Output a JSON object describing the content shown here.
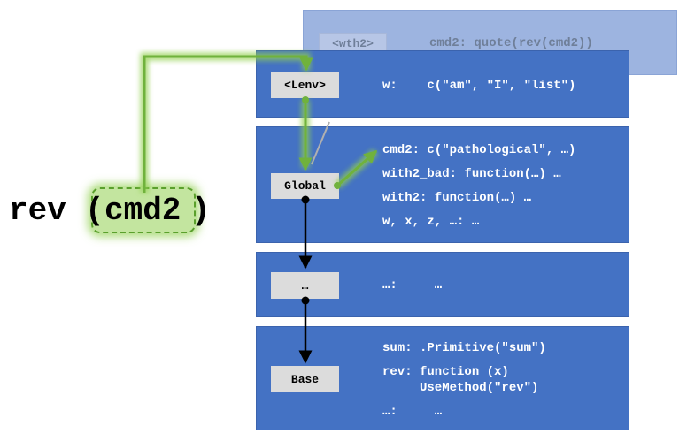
{
  "frames": {
    "wth2": {
      "tag": "<wth2>",
      "line": "cmd2: quote(rev(cmd2))"
    },
    "lenv": {
      "tag": "<Lenv>",
      "line": "w:    c(\"am\", \"I\", \"list\")"
    },
    "global": {
      "tag": "Global",
      "lines": [
        "cmd2: c(\"pathological\", …)",
        "with2_bad: function(…) …",
        "with2: function(…) …",
        "w, x, z, …: …"
      ]
    },
    "dots": {
      "tag": "…",
      "line": "…:     …"
    },
    "base": {
      "tag": "Base",
      "lines": [
        "sum: .Primitive(\"sum\")",
        "rev: function (x)",
        "     UseMethod(\"rev\")",
        "…:     …"
      ]
    }
  },
  "expression": {
    "fn": "rev",
    "open": "(",
    "arg": "cmd2",
    "close": ")"
  },
  "colors": {
    "frame": "#4472c4",
    "ghost_frame": "#9db4e0",
    "tag": "#dcdcdc",
    "highlight": "#92d050",
    "arrow": "#000000"
  }
}
